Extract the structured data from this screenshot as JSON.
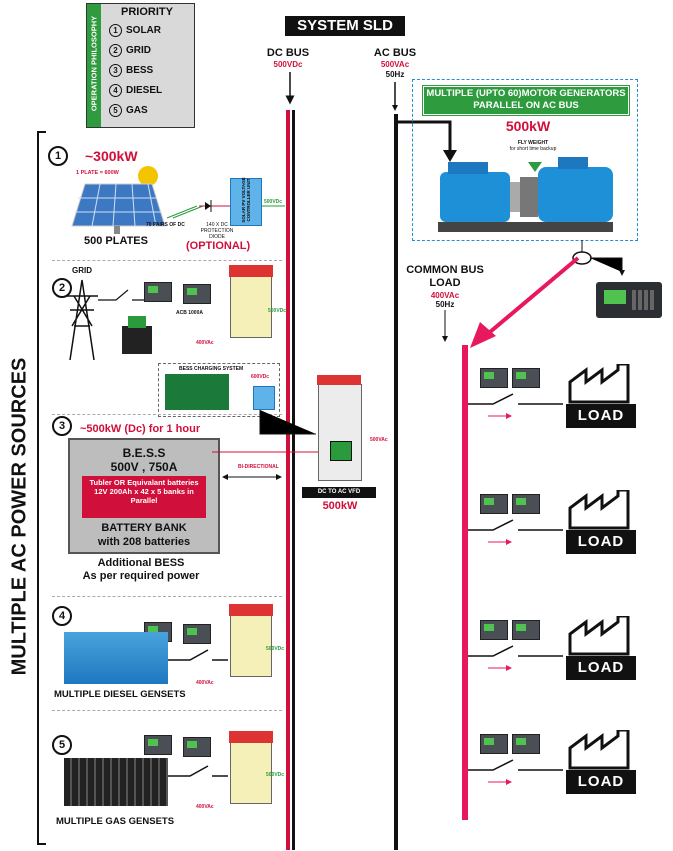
{
  "title": "SYSTEM SLD",
  "priority": {
    "sidebar": "OPERATION PHILOSOPHY",
    "header": "PRIORITY",
    "items": [
      {
        "num": "1",
        "label": "SOLAR"
      },
      {
        "num": "2",
        "label": "GRID"
      },
      {
        "num": "3",
        "label": "BESS"
      },
      {
        "num": "4",
        "label": "DIESEL"
      },
      {
        "num": "5",
        "label": "GAS"
      }
    ]
  },
  "left_label": "MULTIPLE AC POWER SOURCES",
  "dc_bus": {
    "title": "DC BUS",
    "voltage": "500VDc"
  },
  "ac_bus": {
    "title": "AC BUS",
    "voltage": "500VAc",
    "freq": "50Hz"
  },
  "motor_gen": {
    "header": "MULTIPLE (UPTO 60)MOTOR GENERATORS PARALLEL ON AC BUS",
    "power": "500kW",
    "flywheel": "FLY WEIGHT",
    "flywheel_sub": "for short time backup"
  },
  "common_bus": {
    "title": "COMMON BUS",
    "title2": "LOAD",
    "voltage": "400VAc",
    "freq": "50Hz"
  },
  "solar": {
    "num": "1",
    "power": "~300kW",
    "plate_note": "1 PLATE = 600W",
    "plates": "500 PLATES",
    "pairs": "70 PAIRS OF DC",
    "protection": "140 X DC PROTECTION DIODE",
    "controller": "SOLAR PV VOLTAGE CONTROLLER UNIT",
    "out_v": "500VDc",
    "optional": "(OPTIONAL)"
  },
  "grid": {
    "num": "2",
    "label": "GRID",
    "acb": "ACB 1000A",
    "vac": "400VAc",
    "out_v": "500VDc",
    "charging": "BESS CHARGING SYSTEM",
    "out2": "600VDc"
  },
  "bess": {
    "num": "3",
    "power": "~500kW (Dc) for 1 hour",
    "name": "B.E.S.S",
    "rating": "500V , 750A",
    "red_text": "Tubler OR Equivalant batteries 12V 200Ah x 42 x 5 banks in Parallel",
    "bank": "BATTERY BANK",
    "with": "with 208 batteries",
    "bidirectional": "BI-DIRECTIONAL",
    "additional": "Additional BESS",
    "as_per": "As per required power"
  },
  "vfd": {
    "label": "DC TO AC VFD",
    "power": "500kW",
    "out_v": "500VAc"
  },
  "diesel": {
    "num": "4",
    "label": "MULTIPLE DIESEL GENSETS",
    "vac": "400VAc",
    "out_v": "500VDc"
  },
  "gas": {
    "num": "5",
    "label": "MULTIPLE GAS GENSETS",
    "vac": "400VAc",
    "out_v": "500VDc"
  },
  "loads": [
    "LOAD",
    "LOAD",
    "LOAD",
    "LOAD"
  ],
  "colors": {
    "green": "#2e9c3e",
    "red": "#d0103a",
    "pink": "#e8185e",
    "blue": "#1e90d8"
  }
}
